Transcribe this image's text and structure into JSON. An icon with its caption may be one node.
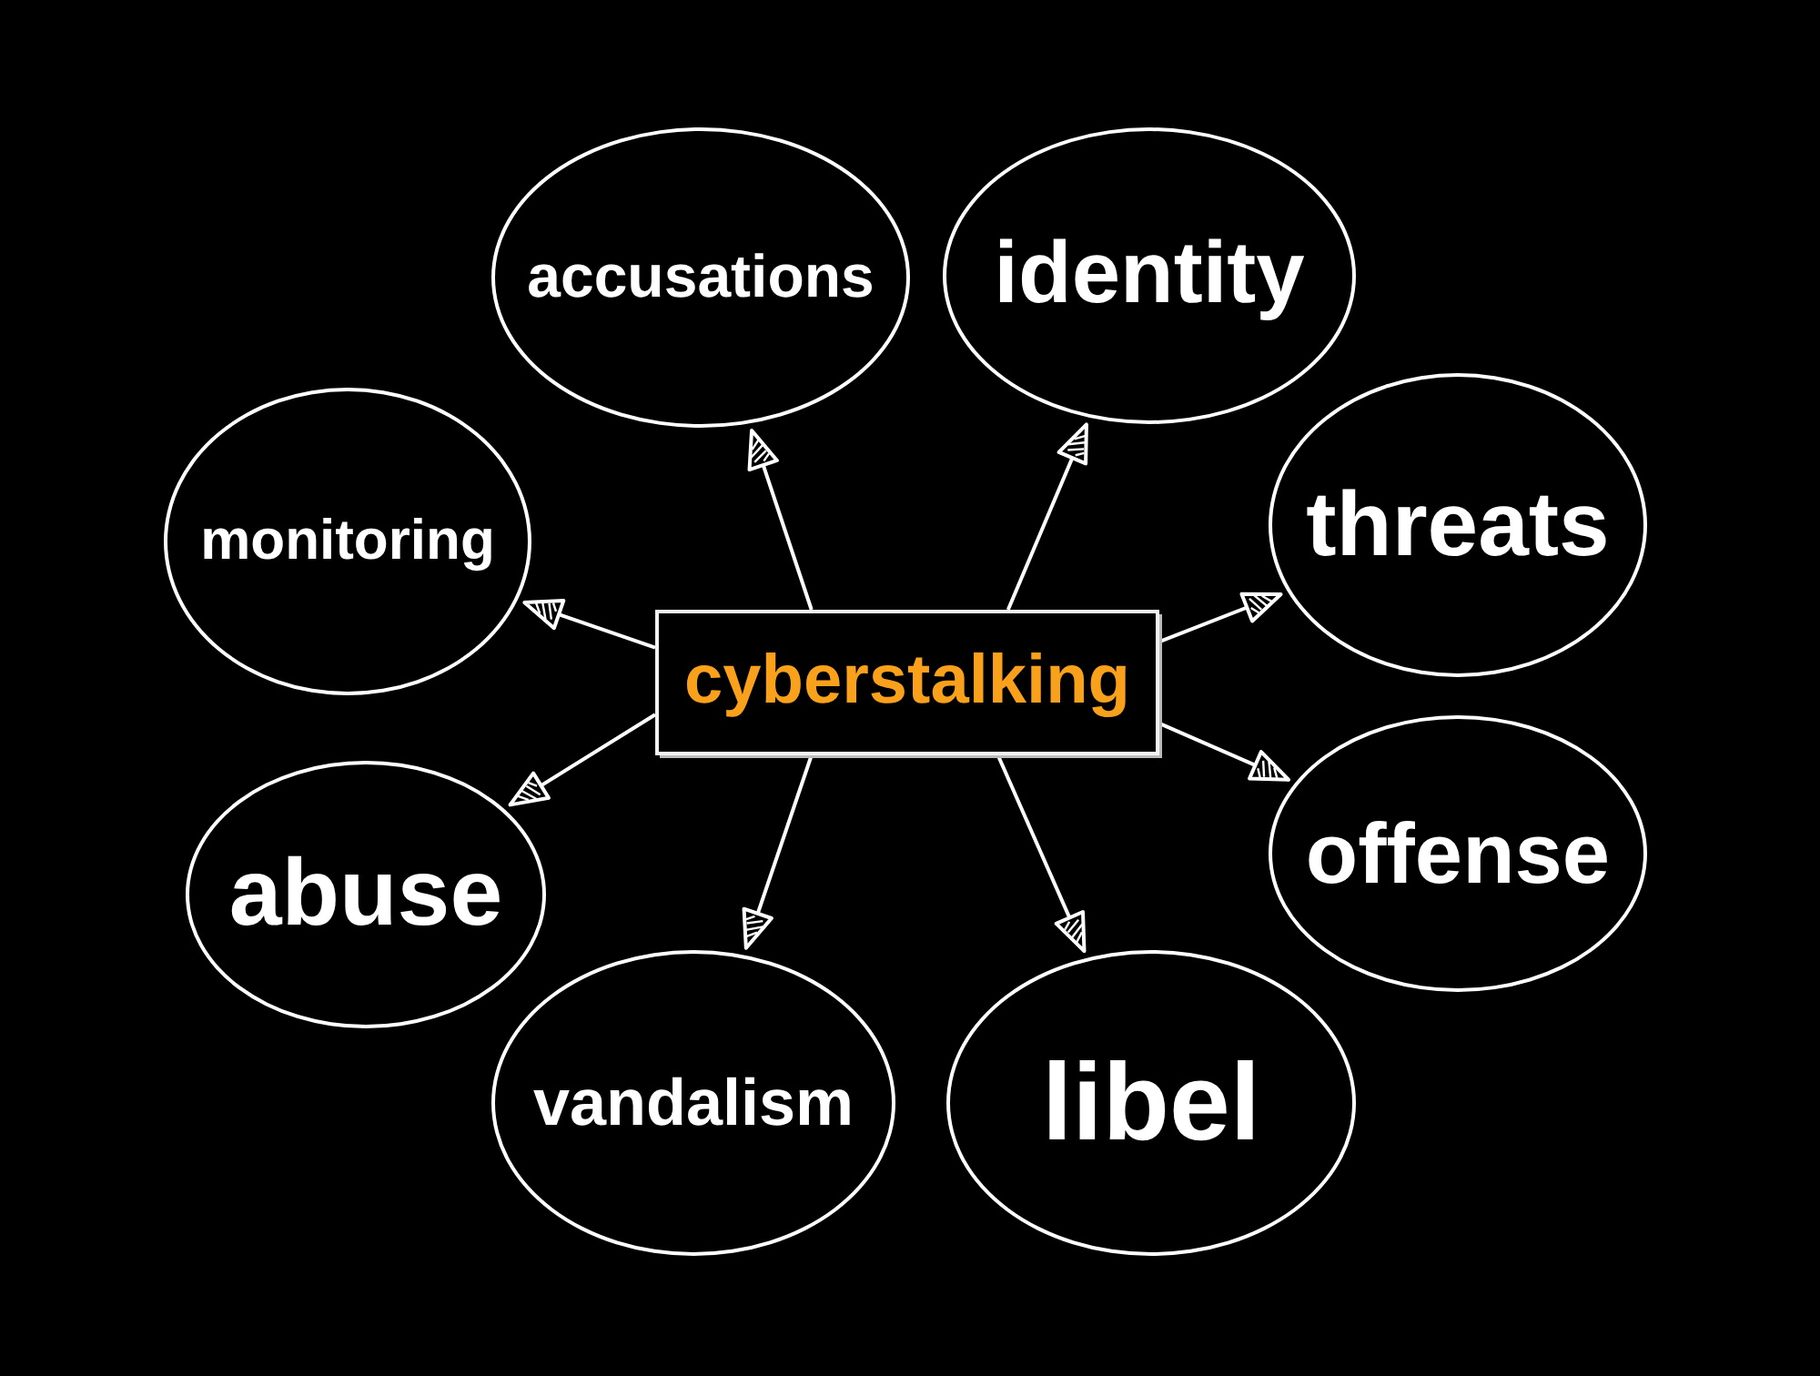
{
  "diagram": {
    "nodes": [
      {
        "text": [
          "cyberstalking"
        ]
      },
      {
        "text": [
          "accusations"
        ]
      },
      {
        "text": [
          "identity"
        ]
      },
      {
        "text": [
          "monitoring"
        ]
      },
      {
        "text": [
          "threats"
        ]
      },
      {
        "text": [
          "abuse"
        ]
      },
      {
        "text": [
          "offense"
        ]
      },
      {
        "text": [
          "vandalism"
        ]
      },
      {
        "text": [
          "libel"
        ]
      }
    ],
    "edges": [
      {
        "from": 0,
        "to": 1,
        "arrow": "to"
      },
      {
        "from": 0,
        "to": 2,
        "arrow": "to"
      },
      {
        "from": 0,
        "to": 3,
        "arrow": "to"
      },
      {
        "from": 0,
        "to": 4,
        "arrow": "to"
      },
      {
        "from": 0,
        "to": 5,
        "arrow": "to"
      },
      {
        "from": 0,
        "to": 6,
        "arrow": "to"
      },
      {
        "from": 0,
        "to": 7,
        "arrow": "to"
      },
      {
        "from": 0,
        "to": 8,
        "arrow": "to"
      }
    ]
  }
}
